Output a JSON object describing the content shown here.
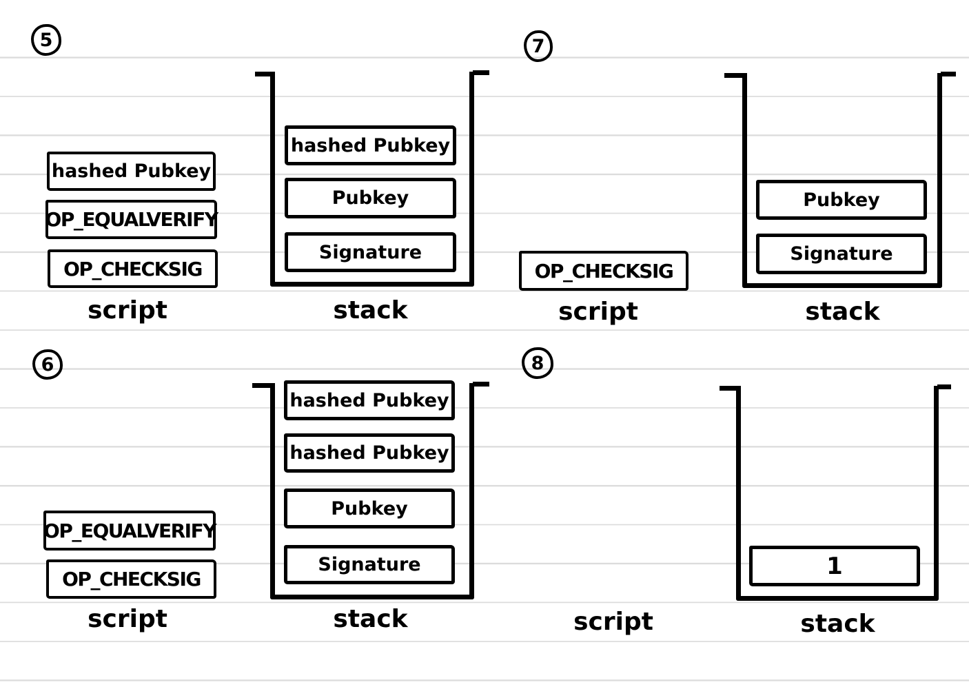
{
  "labels": {
    "script": "script",
    "stack": "stack"
  },
  "panels": [
    {
      "number": "5",
      "script_items": [
        "hashed Pubkey",
        "OP_EQUALVERIFY",
        "OP_CHECKSIG"
      ],
      "stack_items": [
        "hashed Pubkey",
        "Pubkey",
        "Signature"
      ]
    },
    {
      "number": "7",
      "script_items": [
        "OP_CHECKSIG"
      ],
      "stack_items": [
        "Pubkey",
        "Signature"
      ]
    },
    {
      "number": "6",
      "script_items": [
        "OP_EQUALVERIFY",
        "OP_CHECKSIG"
      ],
      "stack_items": [
        "hashed Pubkey",
        "hashed Pubkey",
        "Pubkey",
        "Signature"
      ]
    },
    {
      "number": "8",
      "script_items": [],
      "stack_items": [
        "1"
      ]
    }
  ]
}
